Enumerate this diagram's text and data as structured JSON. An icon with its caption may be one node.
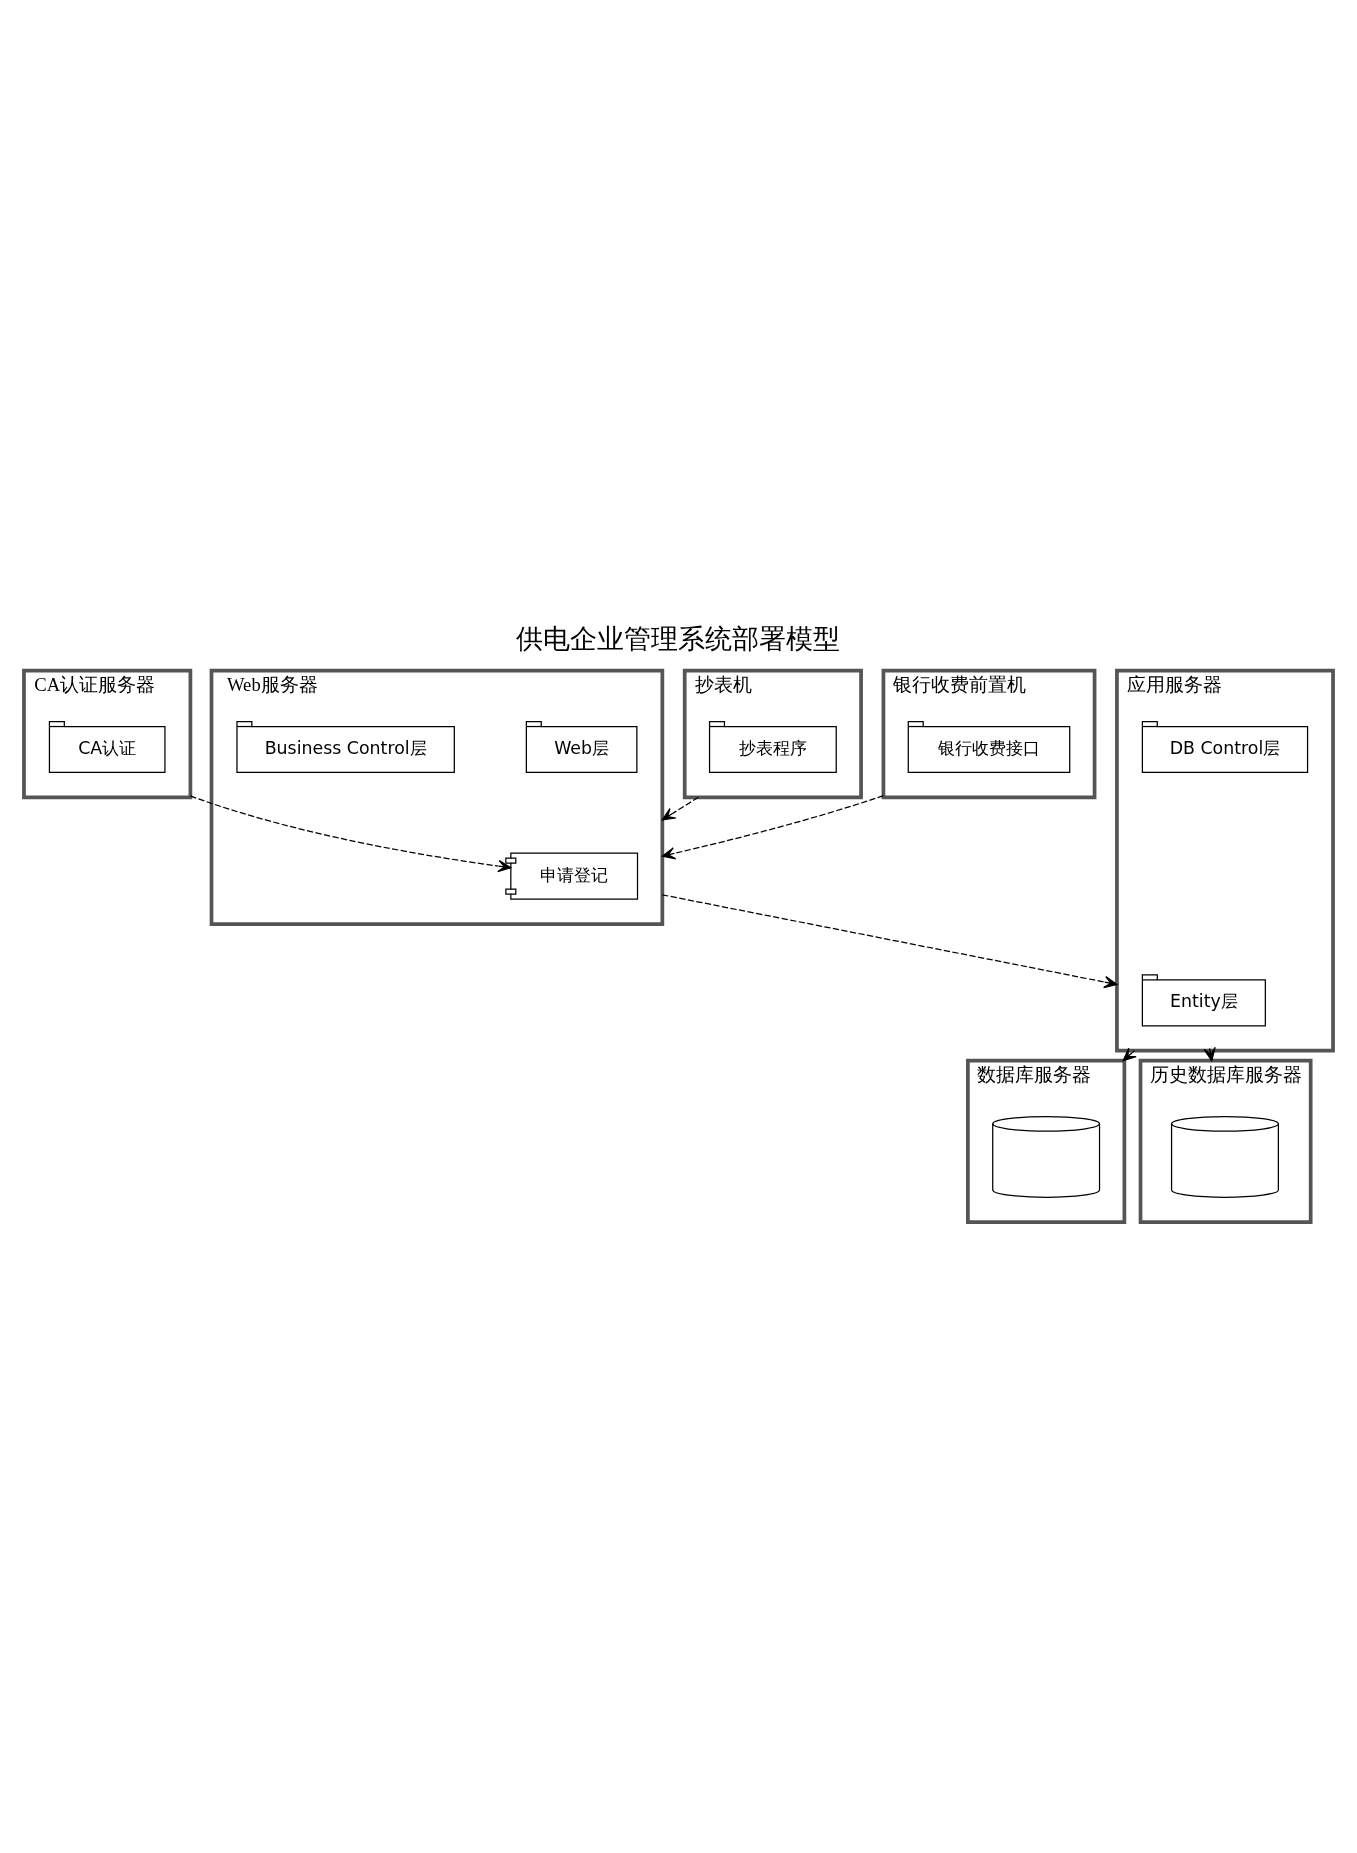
{
  "diagram": {
    "title": "供电企业管理系统部署模型",
    "nodes": [
      {
        "text": [
          "CA认证服务器"
        ]
      },
      {
        "text": [
          "CA认证"
        ],
        "in": 0
      },
      {
        "text": [
          "抄表机"
        ]
      },
      {
        "text": [
          "抄表程序"
        ],
        "in": 2
      },
      {
        "text": [
          "银行收费前置机"
        ]
      },
      {
        "text": [
          "银行收费接口"
        ],
        "in": 4
      },
      {
        "text": [
          "Web服务器"
        ]
      },
      {
        "text": [
          "申请登记"
        ],
        "in": 6
      },
      {
        "text": [
          "Web层"
        ],
        "in": 6
      },
      {
        "text": [
          "Business Control层"
        ],
        "in": 6
      },
      {
        "text": [
          "应用服务器"
        ]
      },
      {
        "text": [
          "Entity层"
        ],
        "in": 10
      },
      {
        "text": [
          "DB Control层"
        ],
        "in": 10
      },
      {
        "text": [
          "数据库服务器"
        ]
      },
      {
        "text": [],
        "shape": "cylinder",
        "in": 13
      },
      {
        "text": [
          "历史数据库服务器"
        ]
      },
      {
        "text": [],
        "shape": "cylinder",
        "in": 15
      }
    ],
    "edges": [
      {
        "from": 0,
        "to": 7,
        "arrow": "to",
        "style": "dashed"
      },
      {
        "from": 2,
        "to": 6,
        "arrow": "to",
        "style": "dashed"
      },
      {
        "from": 4,
        "to": 6,
        "arrow": "to",
        "style": "dashed"
      },
      {
        "from": 6,
        "to": 10,
        "arrow": "to",
        "style": "dashed"
      },
      {
        "from": 10,
        "to": 13,
        "arrow": "to",
        "style": "dashed"
      },
      {
        "from": 10,
        "to": 15,
        "arrow": "to",
        "style": "dashed"
      }
    ]
  }
}
